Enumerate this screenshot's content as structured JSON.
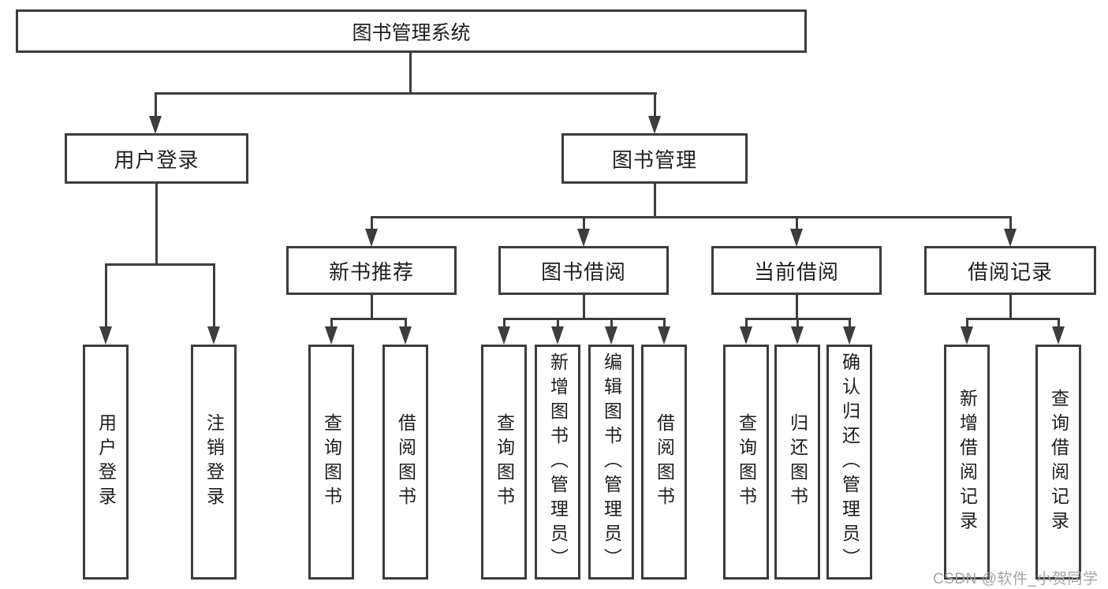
{
  "diagram": {
    "root": "图书管理系统",
    "level1": [
      "用户登录",
      "图书管理"
    ],
    "level2": [
      "新书推荐",
      "图书借阅",
      "当前借阅",
      "借阅记录"
    ],
    "leaves": [
      "用户登录",
      "注销登录",
      "查询图书",
      "借阅图书",
      "查询图书",
      "新增图书（管理员）",
      "编辑图书（管理员）",
      "借阅图书",
      "查询图书",
      "归还图书",
      "确认归还（管理员）",
      "新增借阅记录",
      "查询借阅记录"
    ]
  },
  "watermark": "CSDN @软件_小贺同学",
  "colors": {
    "line": "#3d3d3d",
    "border": "#3c3c3c",
    "text": "#1e1e1e",
    "watermark": "#a3a3ab",
    "background": "#ffffff"
  }
}
